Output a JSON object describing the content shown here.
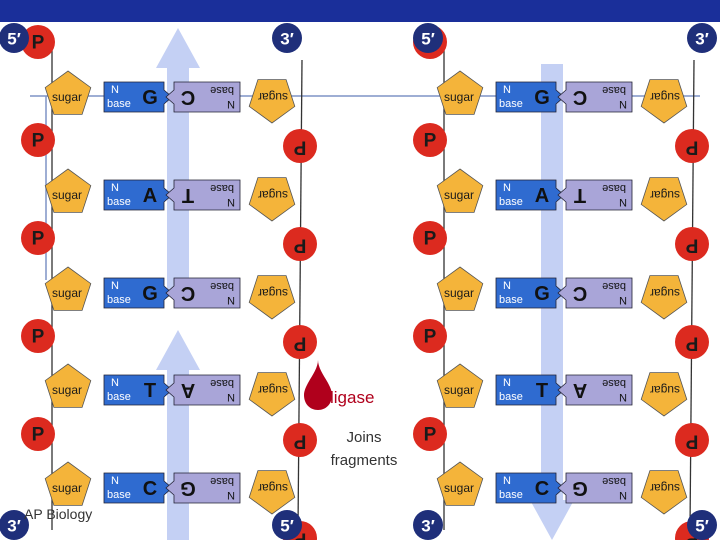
{
  "ends": {
    "five_prime": "5′",
    "three_prime": "3′"
  },
  "labels": {
    "phosphate": "P",
    "sugar": "sugar",
    "n": "N",
    "base": "base"
  },
  "rows": [
    {
      "left_base": "G",
      "right_base": "C"
    },
    {
      "left_base": "A",
      "right_base": "T"
    },
    {
      "left_base": "G",
      "right_base": "C"
    },
    {
      "left_base": "T",
      "right_base": "A"
    },
    {
      "left_base": "C",
      "right_base": "G"
    }
  ],
  "ligase": {
    "label": "ligase",
    "caption_line1": "Joins",
    "caption_line2": "fragments"
  },
  "footer": "AP Biology",
  "colors": {
    "header_bar": "#1a2f9a",
    "phosphate": "#dc2a1f",
    "sugar": "#f4b43a",
    "base_left": "#2f6bd0",
    "base_right": "#a9a5d8",
    "end_badge": "#1f2f7a",
    "arrow": "#c4d0f4",
    "ligase": "#b0001c"
  }
}
